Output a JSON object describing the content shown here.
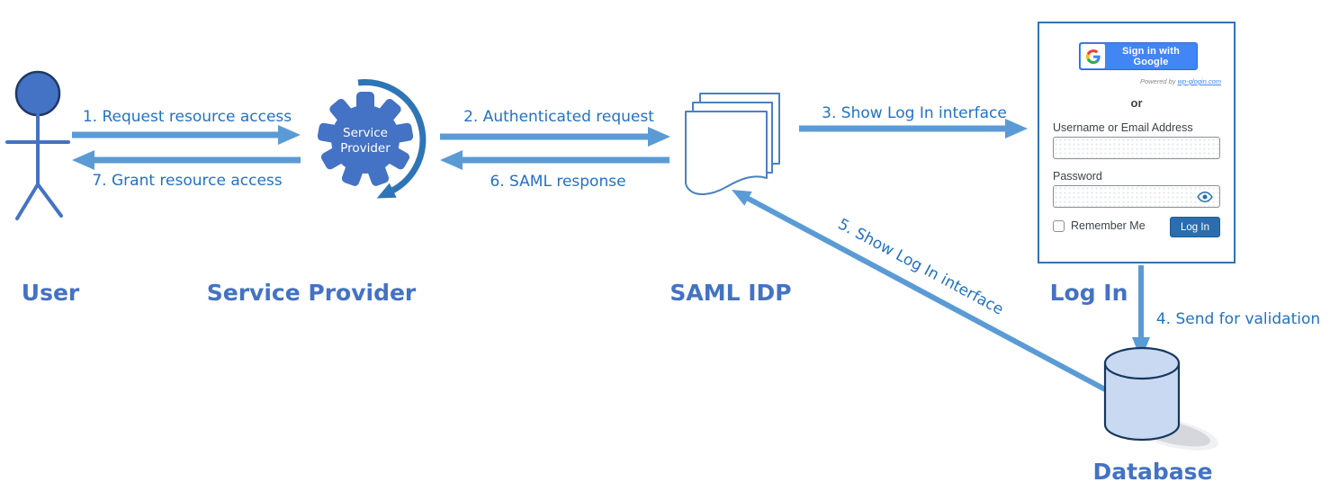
{
  "diagram": {
    "nodes": [
      {
        "id": "user",
        "label": "User"
      },
      {
        "id": "service-provider",
        "label": "Service Provider",
        "icon_text_line1": "Service",
        "icon_text_line2": "Provider"
      },
      {
        "id": "saml-idp",
        "label": "SAML IDP"
      },
      {
        "id": "log-in",
        "label": "Log In"
      },
      {
        "id": "database",
        "label": "Database"
      }
    ],
    "steps": [
      {
        "n": 1,
        "label": "1. Request resource access",
        "from": "user",
        "to": "service-provider"
      },
      {
        "n": 2,
        "label": "2. Authenticated request",
        "from": "service-provider",
        "to": "saml-idp"
      },
      {
        "n": 3,
        "label": "3. Show Log In interface",
        "from": "saml-idp",
        "to": "log-in"
      },
      {
        "n": 4,
        "label": "4. Send for validation",
        "from": "log-in",
        "to": "database"
      },
      {
        "n": 5,
        "label": "5. Show Log In interface",
        "from": "database",
        "to": "saml-idp"
      },
      {
        "n": 6,
        "label": "6. SAML response",
        "from": "saml-idp",
        "to": "service-provider"
      },
      {
        "n": 7,
        "label": "7. Grant resource access",
        "from": "service-provider",
        "to": "user"
      }
    ]
  },
  "login_form": {
    "google_button_label": "Sign in with Google",
    "powered_by_prefix": "Powered by ",
    "powered_by_link": "wp-glogin.com",
    "divider_text": "or",
    "username_label": "Username or Email Address",
    "username_value": "",
    "password_label": "Password",
    "password_value": "",
    "remember_me_label": "Remember Me",
    "remember_me_checked": false,
    "login_button_label": "Log In"
  },
  "colors": {
    "arrow_blue": "#5b9bd5",
    "step_label_blue": "#2272c3",
    "caption_blue": "#4472c4",
    "shape_fill_blue": "#4472c4",
    "arc_blue": "#2e75b6",
    "document_border": "#4a80c4",
    "cylinder_fill": "#c9d9f2",
    "cylinder_stroke": "#17375e",
    "login_card_border": "#2e75b6",
    "google_blue": "#4285f4",
    "wp_button_blue": "#2b6dad"
  }
}
